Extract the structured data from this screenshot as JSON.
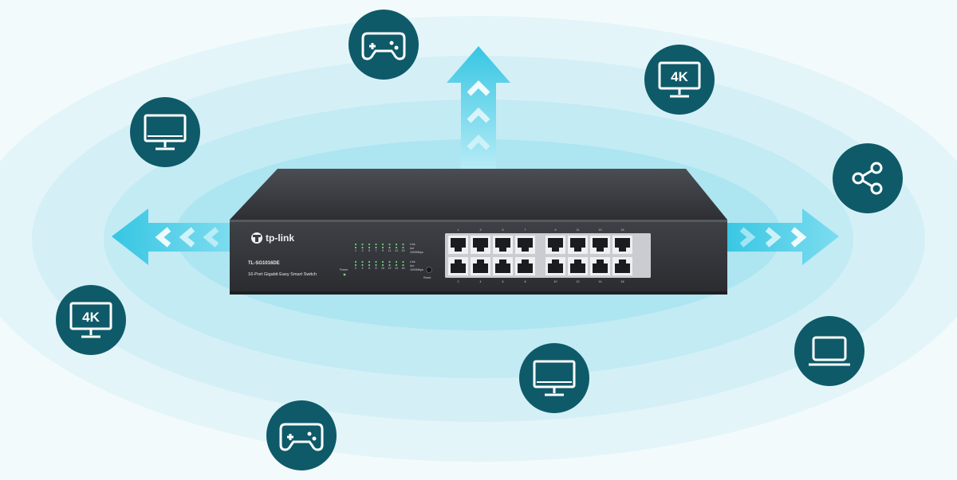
{
  "product": {
    "brand": "tp-link",
    "model": "TL-SG1016DE",
    "description": "16-Port Gigabit Easy Smart Switch",
    "power_label": "Power",
    "reset_label": "Reset",
    "led_row1_labels": [
      "1",
      "3",
      "5",
      "7",
      "9",
      "11",
      "13",
      "15"
    ],
    "led_row2_labels": [
      "2",
      "4",
      "6",
      "8",
      "10",
      "12",
      "14",
      "16"
    ],
    "led_legend_1": [
      "Link",
      "Act",
      "1000Mbps"
    ],
    "led_legend_2": [
      "Link",
      "Act",
      "1000Mbps"
    ],
    "port_labels_top": [
      "1",
      "3",
      "5",
      "7",
      "9",
      "11",
      "13",
      "15"
    ],
    "port_labels_bottom": [
      "2",
      "4",
      "6",
      "8",
      "10",
      "12",
      "14",
      "16"
    ]
  },
  "devices": [
    {
      "name": "gamepad",
      "icon": "gamepad-icon"
    },
    {
      "name": "4k-monitor",
      "icon": "monitor-4k-icon",
      "label": "4K"
    },
    {
      "name": "desktop",
      "icon": "monitor-icon"
    },
    {
      "name": "share",
      "icon": "share-icon"
    },
    {
      "name": "4k-monitor",
      "icon": "monitor-4k-icon",
      "label": "4K"
    },
    {
      "name": "laptop",
      "icon": "laptop-icon"
    },
    {
      "name": "desktop",
      "icon": "monitor-icon"
    },
    {
      "name": "gamepad",
      "icon": "gamepad-icon"
    }
  ],
  "colors": {
    "bubble": "#0e5a68",
    "arrow": "#3ccbe6",
    "halo": "#bfeaf3",
    "switch_body": "#3a3d42"
  }
}
